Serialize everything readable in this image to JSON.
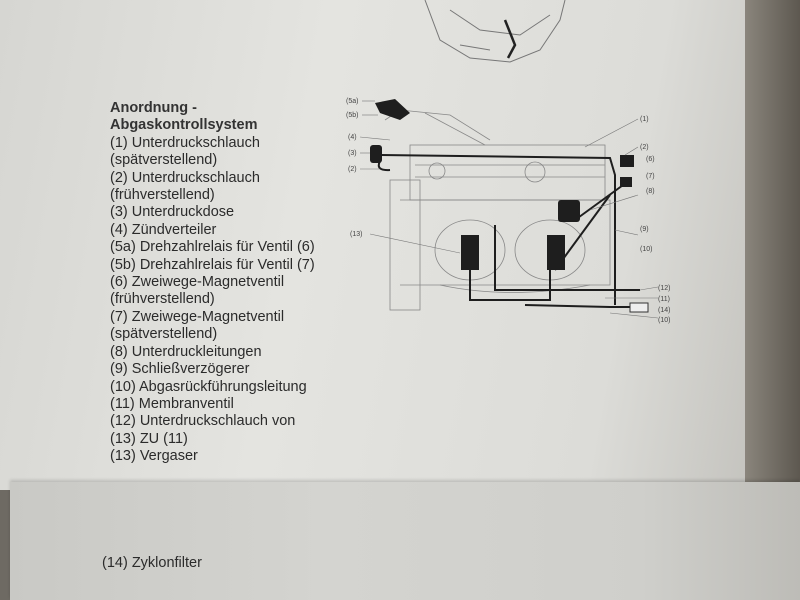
{
  "legend": {
    "title_line1": "Anordnung -",
    "title_line2": "Abgaskontrollsystem",
    "items": [
      "(1) Unterdruckschlauch",
      "(spätverstellend)",
      "(2) Unterdruckschlauch",
      "(frühverstellend)",
      "(3) Unterdruckdose",
      "(4) Zündverteiler",
      "(5a) Drehzahlrelais für Ventil (6)",
      "(5b) Drehzahlrelais für Ventil (7)",
      "(6) Zweiwege-Magnetventil",
      "(frühverstellend)",
      "(7) Zweiwege-Magnetventil",
      "(spätverstellend)",
      "(8) Unterdruckleitungen",
      "(9) Schließverzögerer",
      "(10) Abgasrückführungsleitung",
      "(11) Membranventil",
      "(12) Unterdruckschlauch von",
      "(13) ZU (11)",
      "(13) Vergaser"
    ]
  },
  "footer_item": "(14) Zyklonfilter",
  "diagram_labels": {
    "l5a": "(5a)",
    "l5b": "(5b)",
    "l4": "(4)",
    "l3": "(3)",
    "l2a": "(2)",
    "l1": "(1)",
    "l2b": "(2)",
    "l6": "(6)",
    "l7": "(7)",
    "l8": "(8)",
    "l9": "(9)",
    "l10a": "(10)",
    "l13": "(13)",
    "l12": "(12)",
    "l11": "(11)",
    "l14": "(14)",
    "l10b": "(10)"
  }
}
